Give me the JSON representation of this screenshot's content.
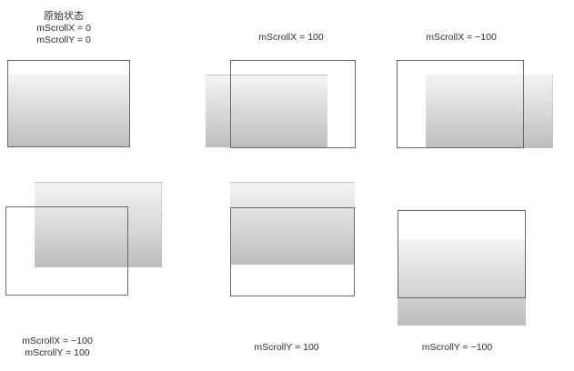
{
  "panels": [
    {
      "id": "original",
      "lines": [
        "原始状态",
        "mScrollX = 0",
        "mScrollY = 0"
      ]
    },
    {
      "id": "scroll-x-positive",
      "lines": [
        "mScrollX = 100"
      ]
    },
    {
      "id": "scroll-x-negative",
      "lines": [
        "mScrollX = −100"
      ]
    },
    {
      "id": "scroll-xy-mixed",
      "lines": [
        "mScrollX = −100",
        "mScrollY = 100"
      ]
    },
    {
      "id": "scroll-y-positive",
      "lines": [
        "mScrollY = 100"
      ]
    },
    {
      "id": "scroll-y-negative",
      "lines": [
        "mScrollY = −100"
      ]
    }
  ]
}
